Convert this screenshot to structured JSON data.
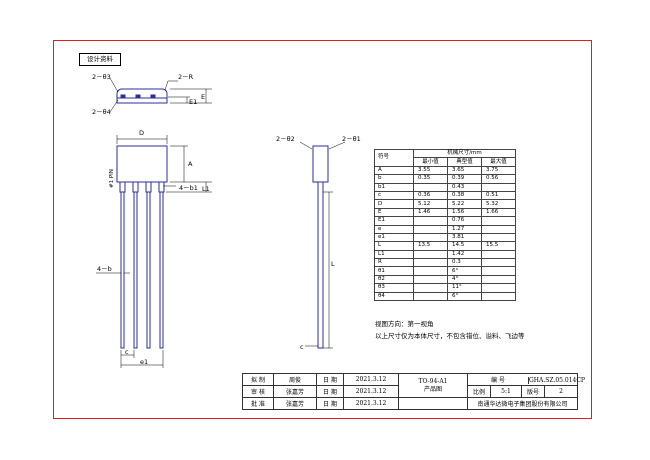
{
  "tag": "设计资料",
  "labels": {
    "top_theta3": "2－θ3",
    "top_r": "2－R",
    "top_theta4": "2－θ4",
    "e1": "E1",
    "e": "E",
    "d": "D",
    "a": "A",
    "pin1": "#1 PIN",
    "b1_marker": "4－b1",
    "l1": "L1",
    "b_marker": "4－b",
    "c_front": "c",
    "e1_bottom": "e1",
    "side_theta2": "2－θ2",
    "side_theta1": "2－θ1",
    "side_l": "L",
    "side_c": "c"
  },
  "table": {
    "head_symbol": "符号",
    "head_group": "机械尺寸/mm",
    "head_min": "最小值",
    "head_typ": "典型值",
    "head_max": "最大值",
    "rows": [
      [
        "A",
        "3.55",
        "3.65",
        "3.75"
      ],
      [
        "b",
        "0.35",
        "0.39",
        "0.56"
      ],
      [
        "b1",
        "",
        "0.43",
        ""
      ],
      [
        "c",
        "0.36",
        "0.38",
        "0.51"
      ],
      [
        "D",
        "5.12",
        "5.22",
        "5.32"
      ],
      [
        "E",
        "1.46",
        "1.56",
        "1.66"
      ],
      [
        "E1",
        "",
        "0.76",
        ""
      ],
      [
        "e",
        "",
        "1.27",
        ""
      ],
      [
        "e1",
        "",
        "3.81",
        ""
      ],
      [
        "L",
        "13.5",
        "14.5",
        "15.5"
      ],
      [
        "L1",
        "",
        "1.42",
        ""
      ],
      [
        "R",
        "",
        "0.3",
        ""
      ],
      [
        "θ1",
        "",
        "6°",
        ""
      ],
      [
        "θ2",
        "",
        "4°",
        ""
      ],
      [
        "θ3",
        "",
        "11°",
        ""
      ],
      [
        "θ4",
        "",
        "6°",
        ""
      ]
    ]
  },
  "notes": {
    "view": "视图方向：第一视角",
    "dims": "以上尺寸仅为本体尺寸，不包含错位、溢料、飞边等"
  },
  "title_block": {
    "r1": [
      "拟 制",
      "周俊",
      "日 期",
      "2021.3.12"
    ],
    "r2": [
      "审 核",
      "张嘉芳",
      "日 期",
      "2021.3.12"
    ],
    "r3": [
      "批 准",
      "张嘉芳",
      "日 期",
      "2021.3.12"
    ],
    "package": "TO-94-A1",
    "product": "产品图",
    "no_label": "编 号",
    "no_value": "GHA.SZ.05.014CP",
    "scale_label": "比例",
    "scale_value": "5:1",
    "page_label": "版号",
    "page_value": "2",
    "company": "南通华达微电子集团股份有限公司"
  },
  "colors": {
    "frame": "#e01e1e",
    "outline": "#2b2d9e"
  }
}
